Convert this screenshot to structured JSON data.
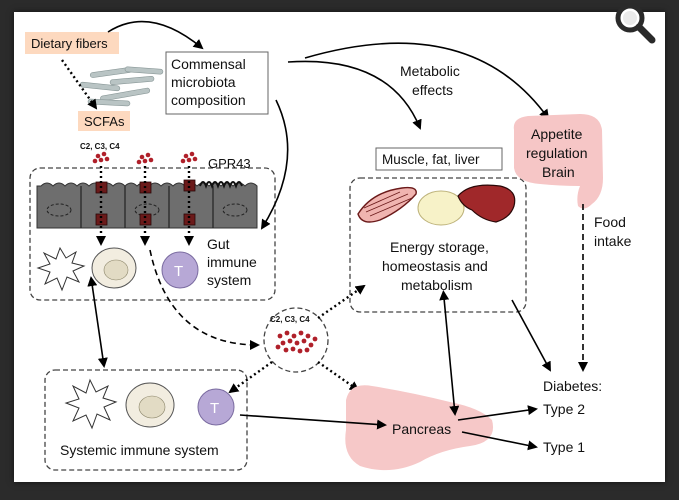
{
  "labels": {
    "dietary_fibers": "Dietary fibers",
    "scfas": "SCFAs",
    "scfa_types": "C2, C3, C4",
    "commensal_line1": "Commensal",
    "commensal_line2": "microbiota",
    "commensal_line3": "composition",
    "metabolic_line1": "Metabolic",
    "metabolic_line2": "effects",
    "appetite_line1": "Appetite",
    "appetite_line2": "regulation",
    "appetite_line3": "Brain",
    "food_line1": "Food",
    "food_line2": "intake",
    "gpr43": "GPR43",
    "t_cell": "T",
    "gut_immune_line1": "Gut",
    "gut_immune_line2": "immune",
    "gut_immune_line3": "system",
    "muscle_fat_liver": "Muscle, fat, liver",
    "energy_line1": "Energy storage,",
    "energy_line2": "homeostasis and",
    "energy_line3": "metabolism",
    "systemic_immune": "Systemic immune system",
    "pancreas": "Pancreas",
    "diabetes": "Diabetes:",
    "type2": "Type 2",
    "type1": "Type 1"
  },
  "colors": {
    "accent_box": "#fdd9bf",
    "pancreas": "#f6c8c8",
    "brain": "#f6c6c6",
    "scfa_dots": "#b0202a",
    "t_cell": "#b7a8d6",
    "liver": "#a0282a",
    "fat": "#f7f2c8",
    "muscle": "#f0b4b0",
    "bacteria": "#b9c4c4",
    "epithelium": "#6e6e6e"
  },
  "icons": {
    "zoom": "magnifier-icon"
  }
}
